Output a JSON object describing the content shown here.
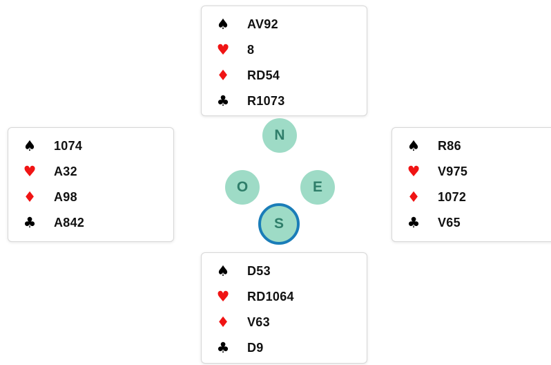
{
  "colors": {
    "red_suit": "#f01414",
    "black_suit": "#000000",
    "seat_fill": "#9edbc6",
    "seat_text": "#2f7e6a",
    "active_seat_ring": "#1a7db8"
  },
  "hands": {
    "north": {
      "spades": "AV92",
      "hearts": "8",
      "diamonds": "RD54",
      "clubs": "R1073"
    },
    "west": {
      "spades": "1074",
      "hearts": "A32",
      "diamonds": "A98",
      "clubs": "A842"
    },
    "east": {
      "spades": "R86",
      "hearts": "V975",
      "diamonds": "1072",
      "clubs": "V65"
    },
    "south": {
      "spades": "D53",
      "hearts": "RD1064",
      "diamonds": "V63",
      "clubs": "D9"
    }
  },
  "suit_icons": {
    "spades": "♠",
    "hearts": "♥",
    "diamonds": "♦",
    "clubs": "♣"
  },
  "compass": {
    "north": "N",
    "west": "O",
    "east": "E",
    "south": "S",
    "active": "south"
  }
}
